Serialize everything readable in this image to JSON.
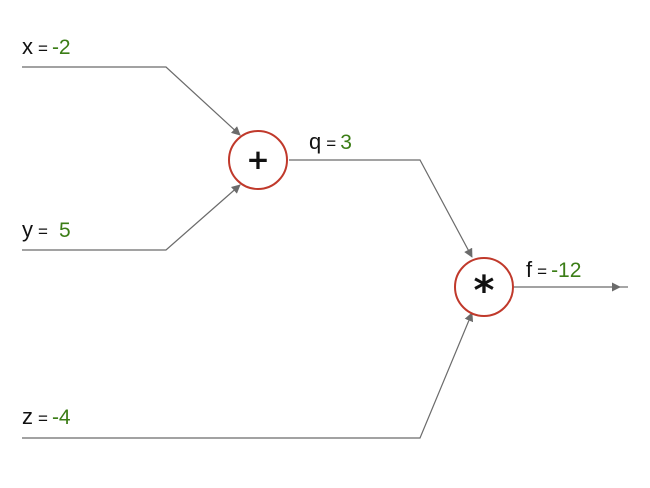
{
  "inputs": {
    "x": {
      "name": "x",
      "eq": "=",
      "value": "-2"
    },
    "y": {
      "name": "y",
      "eq": "=",
      "value": "5"
    },
    "z": {
      "name": "z",
      "eq": "=",
      "value": "-4"
    }
  },
  "nodes": {
    "add": {
      "symbol": "+"
    },
    "mul": {
      "symbol": "*"
    }
  },
  "intermediate": {
    "q": {
      "name": "q",
      "eq": "=",
      "value": "3"
    }
  },
  "output": {
    "f": {
      "name": "f",
      "eq": "=",
      "value": "-12"
    }
  },
  "colors": {
    "edge": "#6b6b6b",
    "node_border": "#c0392b",
    "value_text": "#3b7d16"
  }
}
